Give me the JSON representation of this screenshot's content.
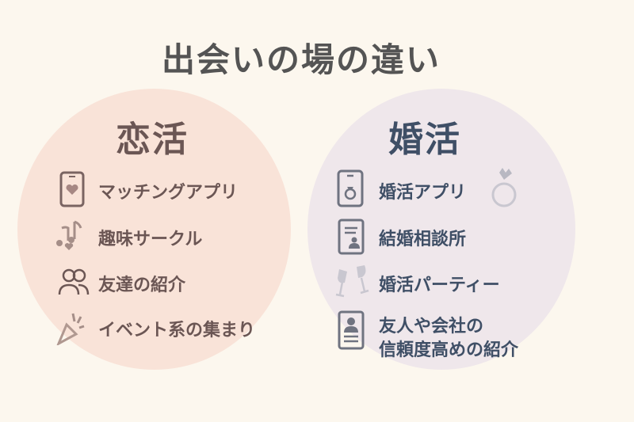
{
  "title": "出会いの場の違い",
  "left": {
    "heading": "恋活",
    "items": [
      {
        "label": "マッチングアプリ",
        "icon": "phone-heart-icon"
      },
      {
        "label": "趣味サークル",
        "icon": "music-notes-icon"
      },
      {
        "label": "友達の紹介",
        "icon": "people-icon"
      },
      {
        "label": "イベント系の集まり",
        "icon": "party-popper-icon"
      }
    ]
  },
  "right": {
    "heading": "婚活",
    "items": [
      {
        "label": "婚活アプリ",
        "icon": "phone-ring-icon"
      },
      {
        "label": "結婚相談所",
        "icon": "document-person-icon"
      },
      {
        "label": "婚活パーティー",
        "icon": "champagne-glasses-icon"
      },
      {
        "label_line1": "友人や会社の",
        "label_line2": "信頼度高めの紹介",
        "icon": "id-card-icon"
      }
    ]
  },
  "colors": {
    "background": "#fcf7ee",
    "left_circle": "#f9e3d8",
    "right_circle": "#efe7eb",
    "left_text": "#6b5654",
    "right_text": "#3f4f66"
  }
}
